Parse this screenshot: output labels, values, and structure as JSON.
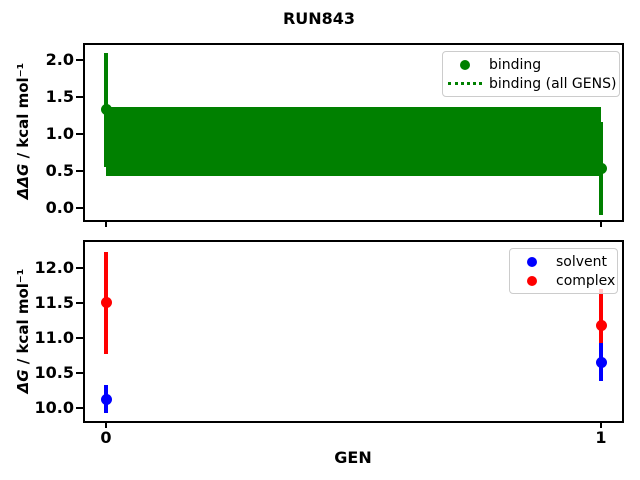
{
  "title": "RUN843",
  "figure_bg": "#ffffff",
  "chart_data": [
    {
      "type": "scatter",
      "role": "ddg-vs-gen",
      "ylabel": "ΔΔG / kcal mol⁻¹",
      "ylabel_math": "ΔΔG",
      "ylabel_units": " / kcal mol⁻¹",
      "ylim": [
        -0.19,
        2.23
      ],
      "xlim": [
        -0.045,
        1.045
      ],
      "yticks": [
        "0.0",
        "0.5",
        "1.0",
        "1.5",
        "2.0"
      ],
      "ytick_values": [
        0.0,
        0.5,
        1.0,
        1.5,
        2.0
      ],
      "xtick_values": [
        0,
        1
      ],
      "grid": false,
      "series": [
        {
          "name": "binding",
          "color": "#008000",
          "marker": "circle",
          "x": [
            0,
            1
          ],
          "y": [
            1.33,
            0.54
          ],
          "yerr": [
            0.77,
            0.63
          ]
        }
      ],
      "band": {
        "name": "binding (all GENS)",
        "color": "#008000",
        "x0": 0,
        "x1": 1,
        "lo": 0.44,
        "hi": 1.37,
        "linestyle": "dotted"
      },
      "legend": {
        "position": "upper right",
        "entries": [
          {
            "label": "binding",
            "marker": "dot",
            "color": "#008000"
          },
          {
            "label": "binding (all GENS)",
            "marker": "dotted-line",
            "color": "#008000"
          }
        ]
      }
    },
    {
      "type": "scatter",
      "role": "dg-vs-gen",
      "xlabel": "GEN",
      "ylabel": "ΔG / kcal mol⁻¹",
      "ylabel_math": "ΔG",
      "ylabel_units": " / kcal mol⁻¹",
      "ylim": [
        9.79,
        12.36
      ],
      "xlim": [
        -0.045,
        1.045
      ],
      "yticks": [
        "10.0",
        "10.5",
        "11.0",
        "11.5",
        "12.0"
      ],
      "ytick_values": [
        10.0,
        10.5,
        11.0,
        11.5,
        12.0
      ],
      "xticks": [
        "0",
        "1"
      ],
      "xtick_values": [
        0,
        1
      ],
      "grid": false,
      "series": [
        {
          "name": "complex",
          "color": "#ff0000",
          "marker": "circle",
          "x": [
            0,
            1
          ],
          "y": [
            11.51,
            11.18
          ],
          "yerr": [
            0.73,
            0.52
          ]
        },
        {
          "name": "solvent",
          "color": "#0000ff",
          "marker": "circle",
          "x": [
            0,
            1
          ],
          "y": [
            10.13,
            10.66
          ],
          "yerr": [
            0.2,
            0.27
          ]
        }
      ],
      "legend": {
        "position": "upper right",
        "entries": [
          {
            "label": "solvent",
            "marker": "dot",
            "color": "#0000ff"
          },
          {
            "label": "complex",
            "marker": "dot",
            "color": "#ff0000"
          }
        ]
      }
    }
  ]
}
